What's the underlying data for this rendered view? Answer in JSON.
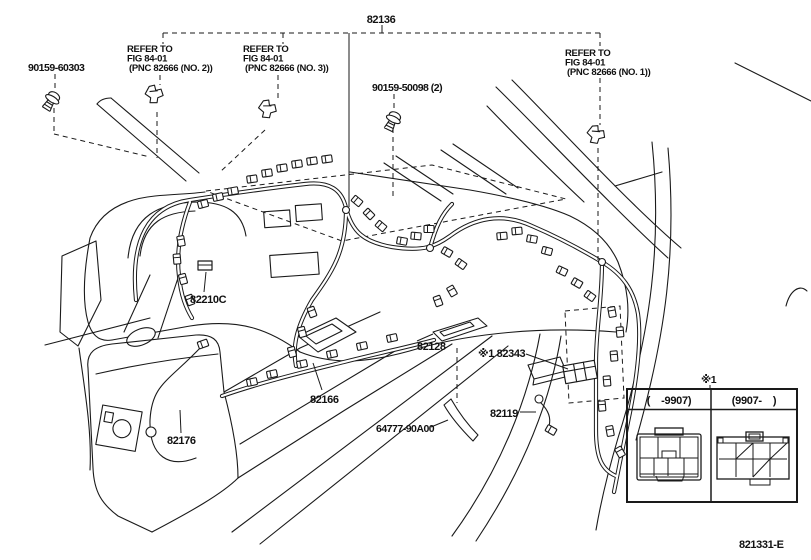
{
  "figure": {
    "id_label": "82136",
    "footer_code": "821331-E",
    "colors": {
      "ink": "#1a1a1a",
      "background": "#ffffff"
    },
    "parts": {
      "screw_left": "90159-60303",
      "screw_center": "90159-50098 (2)",
      "clamp": "82210C",
      "bracket": "82128",
      "junction_block": "※1 82343",
      "console_harness": "82166",
      "console_wire": "82176",
      "duct_hose": "64777-90A00",
      "jumper_wire": "82119"
    },
    "refer_notes": [
      {
        "lines": [
          "REFER TO",
          "FIG 84-01",
          "(PNC 82666 (NO. 2))"
        ]
      },
      {
        "lines": [
          "REFER TO",
          "FIG 84-01",
          "(PNC 82666 (NO. 3))"
        ]
      },
      {
        "lines": [
          "REFER TO",
          "FIG 84-01",
          "(PNC 82666 (NO. 1))"
        ]
      }
    ],
    "variant_table": {
      "note_mark": "※1",
      "col_left": "(    -9907)",
      "col_right": "(9907-    )"
    }
  }
}
